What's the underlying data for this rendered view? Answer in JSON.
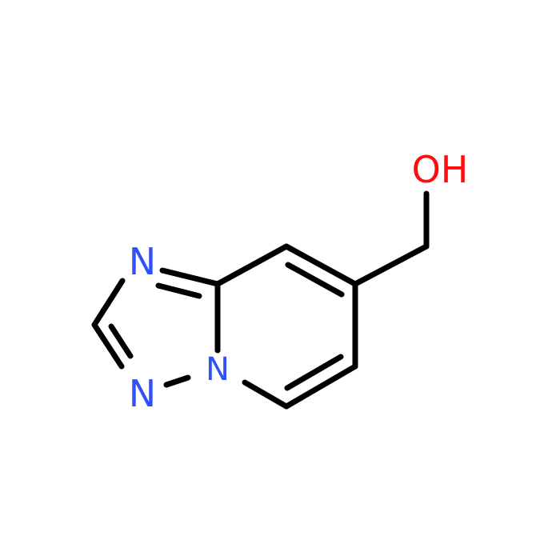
{
  "colors": {
    "bond": "#000000",
    "nitrogen": "#3050F8",
    "oxygen": "#FF0D0D",
    "background": "#FFFFFF"
  },
  "atoms": [
    {
      "id": "O",
      "label": "OH",
      "element": "O"
    },
    {
      "id": "N1",
      "label": "N",
      "element": "N"
    },
    {
      "id": "N2",
      "label": "N",
      "element": "N"
    },
    {
      "id": "N3",
      "label": "N",
      "element": "N"
    }
  ]
}
